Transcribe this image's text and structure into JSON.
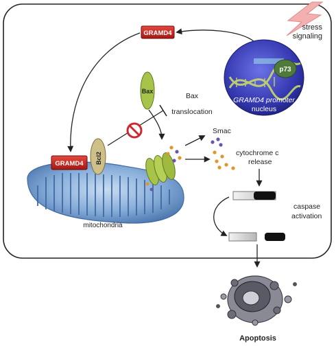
{
  "labels": {
    "gramd4_top": "GRAMD4",
    "gramd4_mito": "GRAMD4",
    "bcl2": "Bcl2",
    "bax": "Bax",
    "bax_translocation_1": "Bax",
    "bax_translocation_2": "translocation",
    "smac": "Smac",
    "cytochrome_1": "cytochrome c",
    "cytochrome_2": "release",
    "caspase_1": "caspase",
    "caspase_2": "activation",
    "stress_1": "stress",
    "stress_2": "signaling",
    "p73": "p73",
    "promoter_1": "GRAMD4 promoter",
    "promoter_2": "nucleus",
    "mitochondria": "mitochondria",
    "apoptosis": "Apoptosis"
  },
  "colors": {
    "gramd4_box": "#c8211d",
    "bcl2_body": "#cfc08a",
    "bax_body": "#a8c34a",
    "nucleus": "#3a3fb8",
    "p73": "#4f7a3a",
    "mitochondria": "#7fa6d3",
    "stress": "#f2a6a6",
    "inhibit": "#d0262c"
  }
}
